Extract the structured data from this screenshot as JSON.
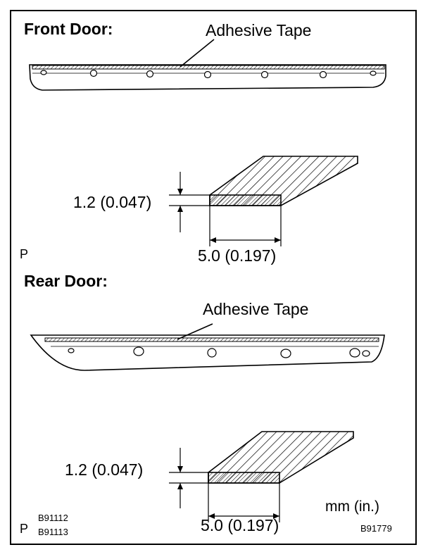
{
  "front": {
    "heading": "Front Door:",
    "callout": "Adhesive Tape",
    "thickness": "1.2 (0.047)",
    "width": "5.0 (0.197)",
    "mark": "P"
  },
  "rear": {
    "heading": "Rear Door:",
    "callout": "Adhesive Tape",
    "thickness": "1.2 (0.047)",
    "width": "5.0 (0.197)",
    "mark": "P"
  },
  "codes": {
    "left_top": "B91112",
    "left_bottom": "B91113",
    "right": "B91779"
  },
  "units": "mm (in.)"
}
